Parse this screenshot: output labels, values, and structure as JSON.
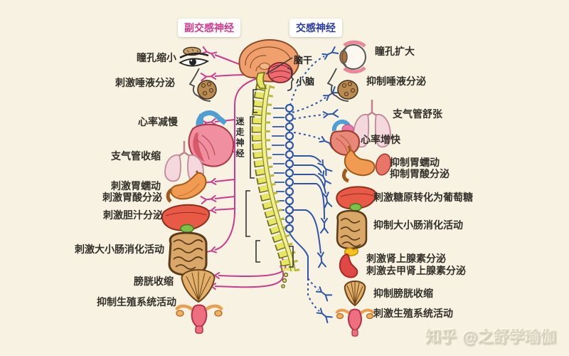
{
  "titles": {
    "parasympathetic": "副交感神经",
    "sympathetic": "交感神经"
  },
  "center": {
    "brainstem": "脑干",
    "cerebellum": "小脑",
    "vagus_nerve": "迷走神经"
  },
  "left_effects": [
    {
      "organ": "eye",
      "label": "瞳孔缩小"
    },
    {
      "organ": "salivary-glands",
      "label": "刺激唾液分泌"
    },
    {
      "organ": "heart",
      "label": "心率减慢"
    },
    {
      "organ": "lungs",
      "label": "支气管收缩"
    },
    {
      "organ": "stomach",
      "label": "刺激胃蠕动",
      "label2": "刺激胃酸分泌"
    },
    {
      "organ": "liver-gallbladder",
      "label": "刺激胆汁分泌"
    },
    {
      "organ": "intestines",
      "label": "刺激大小肠消化活动"
    },
    {
      "organ": "bladder",
      "label": "膀胱收缩"
    },
    {
      "organ": "reproductive-organs",
      "label": "抑制生殖系统活动"
    }
  ],
  "right_effects": [
    {
      "organ": "eye",
      "label": "瞳孔扩大"
    },
    {
      "organ": "salivary-glands",
      "label": "抑制唾液分泌"
    },
    {
      "organ": "lungs",
      "label": "支气管舒张"
    },
    {
      "organ": "heart",
      "label": "心率增快"
    },
    {
      "organ": "stomach",
      "label": "抑制胃蠕动",
      "label2": "抑制胃酸分泌"
    },
    {
      "organ": "liver",
      "label": "刺激糖原转化为葡萄糖"
    },
    {
      "organ": "intestines",
      "label": "抑制大小肠消化活动"
    },
    {
      "organ": "adrenal-kidney",
      "label": "刺激肾上腺素分泌",
      "label2": "刺激去甲肾上腺素分泌"
    },
    {
      "organ": "bladder",
      "label": "抑制膀胱收缩"
    },
    {
      "organ": "reproductive-organs",
      "label": "刺激生殖系统活动"
    }
  ],
  "colors": {
    "background": "#f7f2e2",
    "parasympathetic_nerve": "#cc3a8c",
    "sympathetic_nerve": "#2f55a8",
    "spine": "#e8e763",
    "label_text": "#33302a"
  },
  "watermark": "知乎 @之舒学瑜伽"
}
